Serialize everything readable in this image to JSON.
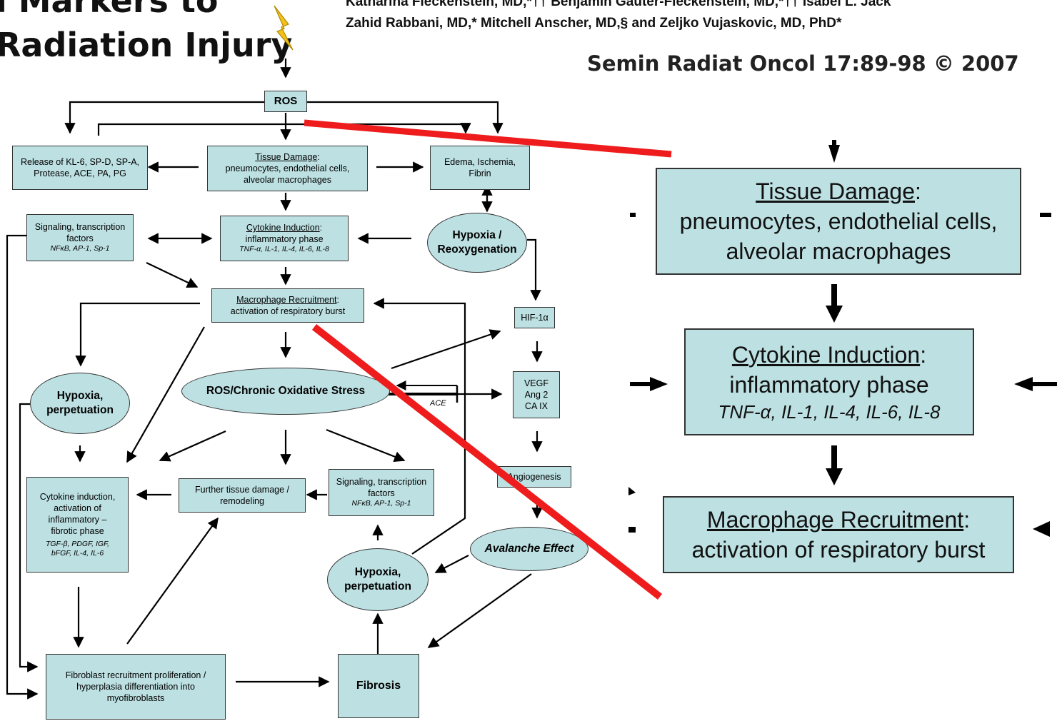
{
  "header": {
    "title_line1": "l Markers to",
    "title_line2": "Radiation Injury",
    "authors_line1": "Katharina Fleckenstein, MD,*†† Benjamin Gauter-Fleckenstein, MD,*†† Isabel L. Jack",
    "authors_line2": "Zahid Rabbani, MD,* Mitchell Anscher, MD,§ and Zeljko Vujaskovic, MD, PhD*",
    "citation": "Semin Radiat Oncol 17:89-98 © 2007"
  },
  "diagram": {
    "ros": "ROS",
    "release": "Release of KL-6, SP-D, SP-A, Protease, ACE, PA, PG",
    "tissue_title": "Tissue Damage",
    "tissue_body": "pneumocytes, endothelial cells, alveolar macrophages",
    "edema": "Edema, Ischemia, Fibrin",
    "signaling_title": "Signaling, transcription factors",
    "signaling_factors": "NFκB, AP-1, Sp-1",
    "cytokine_title": "Cytokine Induction",
    "cytokine_body": "inflammatory phase",
    "cytokine_list": "TNF-α, IL-1, IL-4, IL-6, IL-8",
    "hypoxia_reox": "Hypoxia / Reoxygenation",
    "macrophage_title": "Macrophage Recruitment",
    "macrophage_body": "activation of respiratory burst",
    "hif": "HIF-1α",
    "hypoxia_left": "Hypoxia, perpetuation",
    "ros_chronic": "ROS/Chronic Oxidative Stress",
    "ace": "ACE",
    "vegf": "VEGF Ang 2 CA IX",
    "angiogenesis": "Angiogenesis",
    "cytokine_fibrotic": "Cytokine induction, activation of inflammatory – fibrotic phase",
    "cytokine_fibrotic_list": "TGF-β, PDGF, IGF, bFGF, IL-4, IL-6",
    "further": "Further tissue damage / remodeling",
    "signaling2_title": "Signaling, transcription factors",
    "signaling2_factors": "NFκB, AP-1, Sp-1",
    "avalanche": "Avalanche Effect",
    "hypoxia_mid": "Hypoxia, perpetuation",
    "fibroblast": "Fibroblast recruitment proliferation / hyperplasia differentiation into myofibroblasts",
    "fibrosis": "Fibrosis"
  },
  "zoom": {
    "tissue_title": "Tissue Damage",
    "tissue_body": "pneumocytes, endothelial cells, alveolar macrophages",
    "cytokine_title": "Cytokine Induction",
    "cytokine_body": "inflammatory phase",
    "cytokine_list": "TNF-α, IL-1, IL-4, IL-6, IL-8",
    "macrophage_title": "Macrophage Recruitment",
    "macrophage_body": "activation of respiratory burst"
  },
  "colors": {
    "box_fill": "#bde0e2",
    "strike": "#ee1c1c",
    "bolt": "#f2c21b"
  }
}
